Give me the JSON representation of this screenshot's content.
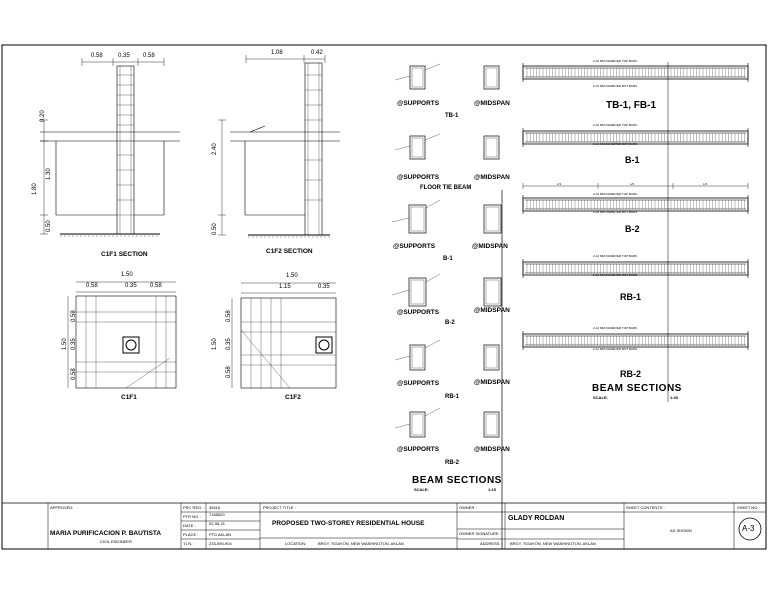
{
  "column_details": {
    "c1f1_section": {
      "title": "C1F1 SECTION",
      "dims_top": [
        "0.58",
        "0.35",
        "0.58"
      ],
      "dims_left": [
        "0.20",
        "1.30",
        "1.80",
        "0.50"
      ]
    },
    "c1f2_section": {
      "title": "C1F2 SECTION",
      "dims_top": [
        "1.08",
        "0.42"
      ],
      "dims_left": [
        "2.40",
        "0.50"
      ]
    },
    "c1f1_plan": {
      "title": "C1F1",
      "dims_top": [
        "1.50",
        "0.58",
        "0.35",
        "0.58"
      ],
      "dims_left": [
        "1.50",
        "0.58",
        "0.35",
        "0.58"
      ]
    },
    "c1f2_plan": {
      "title": "C1F2",
      "dims_top": [
        "1.50",
        "1.15",
        "0.35"
      ],
      "dims_left": [
        "1.50",
        "0.58",
        "0.35",
        "0.58"
      ]
    }
  },
  "beam_schedule": {
    "supports_label": "@SUPPORTS",
    "midspan_label": "@MIDSPAN",
    "rows": [
      {
        "name": "TB-1"
      },
      {
        "name": "FLOOR TIE BEAM"
      },
      {
        "name": "B-1"
      },
      {
        "name": "B-2"
      },
      {
        "name": "RB-1"
      },
      {
        "name": "RB-2"
      }
    ],
    "title": "BEAM SECTIONS",
    "scale_label": "SCALE:",
    "scale_value": "1:15"
  },
  "beam_elevations": {
    "beams": [
      {
        "name": "TB-1, FB-1",
        "top_note": "2-16 MM DIAMETER TOP BARS",
        "bottom_note": "2-16 MM DIAMETER BOT BARS"
      },
      {
        "name": "B-1",
        "top_note": "2-16 MM DIAMETER TOP BARS",
        "bottom_note": "2-16 MM DIAMETER BOT BARS"
      },
      {
        "name": "B-2",
        "top_note": "2-16 MM DIAMETER TOP BARS",
        "bottom_note": "2-16 MM DIAMETER BOT BARS",
        "spans": [
          "L/3",
          "L/3",
          "L/3"
        ]
      },
      {
        "name": "RB-1",
        "top_note": "2-12 MM DIAMETER TOP BARS",
        "bottom_note": "2-12 MM DIAMETER BOT BARS"
      },
      {
        "name": "RB-2",
        "top_note": "2-12 MM DIAMETER TOP BARS",
        "bottom_note": "2-12 MM DIAMETER BOT BARS"
      }
    ],
    "title": "BEAM SECTIONS",
    "scale_label": "SCALE:",
    "scale_value": "1:30"
  },
  "title_block": {
    "approved_label": "APPROVED:",
    "engineer_name": "MARIA PURIFICACION P. BAUTISTA",
    "engineer_role": "CIVIL ENGINEER",
    "prc_label": "PRC REG. :",
    "prc_value": "35516",
    "ptr_label": "PTR NO. :",
    "ptr_value": "7168520",
    "date_label": "DATE :",
    "date_value": "02-08-21",
    "place_label": "PLACE :",
    "place_value": "PTD AKLAN",
    "tin_label": "T.I.N. :",
    "tin_value": "233-590-904",
    "project_label": "PROJECT TITLE :",
    "project_title": "PROPOSED TWO-STOREY RESIDENTIAL HOUSE",
    "location_label": "LOCATION :",
    "location_value": "BRGY. TIGAYON, NEW WASHINGTON, AKLAN",
    "owner_label": "OWNER :",
    "owner_name": "GLADY ROLDAN",
    "owner_sig_label": "OWNER SIGNATURE :",
    "address_label": "ADDRESS :",
    "address_value": "BRGY. TIGAYON, NEW WASHINGTON, AKLAN",
    "sheet_contents_label": "SHEET CONTENTS :",
    "sheet_contents_value": "AS SHOWN",
    "sheet_no_label": "SHEET NO.:",
    "sheet_no": "A-3"
  }
}
